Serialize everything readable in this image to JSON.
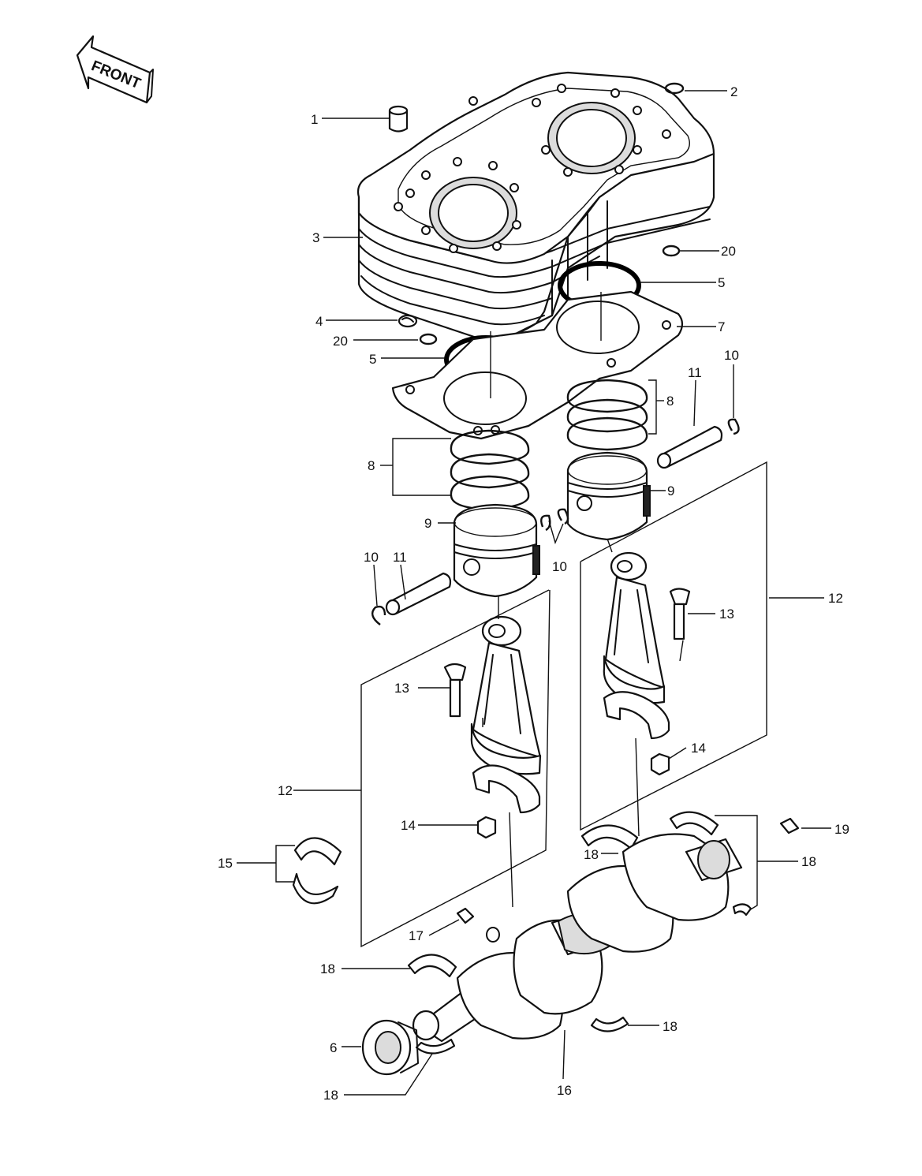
{
  "front_label": "FRONT",
  "callouts": [
    {
      "key": "c1",
      "text": "1"
    },
    {
      "key": "c2",
      "text": "2"
    },
    {
      "key": "c3",
      "text": "3"
    },
    {
      "key": "c4",
      "text": "4"
    },
    {
      "key": "c20a",
      "text": "20"
    },
    {
      "key": "c20b",
      "text": "20"
    },
    {
      "key": "c5a",
      "text": "5"
    },
    {
      "key": "c5b",
      "text": "5"
    },
    {
      "key": "c7",
      "text": "7"
    },
    {
      "key": "c8a",
      "text": "8"
    },
    {
      "key": "c8b",
      "text": "8"
    },
    {
      "key": "c9a",
      "text": "9"
    },
    {
      "key": "c9b",
      "text": "9"
    },
    {
      "key": "c10a",
      "text": "10"
    },
    {
      "key": "c10b",
      "text": "10"
    },
    {
      "key": "c10c",
      "text": "10"
    },
    {
      "key": "c11a",
      "text": "11"
    },
    {
      "key": "c11b",
      "text": "11"
    },
    {
      "key": "c12a",
      "text": "12"
    },
    {
      "key": "c12b",
      "text": "12"
    },
    {
      "key": "c13a",
      "text": "13"
    },
    {
      "key": "c13b",
      "text": "13"
    },
    {
      "key": "c14a",
      "text": "14"
    },
    {
      "key": "c14b",
      "text": "14"
    },
    {
      "key": "c15",
      "text": "15"
    },
    {
      "key": "c19",
      "text": "19"
    },
    {
      "key": "c18a",
      "text": "18"
    },
    {
      "key": "c18b",
      "text": "18"
    },
    {
      "key": "c17",
      "text": "17"
    },
    {
      "key": "c18c",
      "text": "18"
    },
    {
      "key": "c18d",
      "text": "18"
    },
    {
      "key": "c6",
      "text": "6"
    },
    {
      "key": "c16",
      "text": "16"
    },
    {
      "key": "c18e",
      "text": "18"
    }
  ]
}
